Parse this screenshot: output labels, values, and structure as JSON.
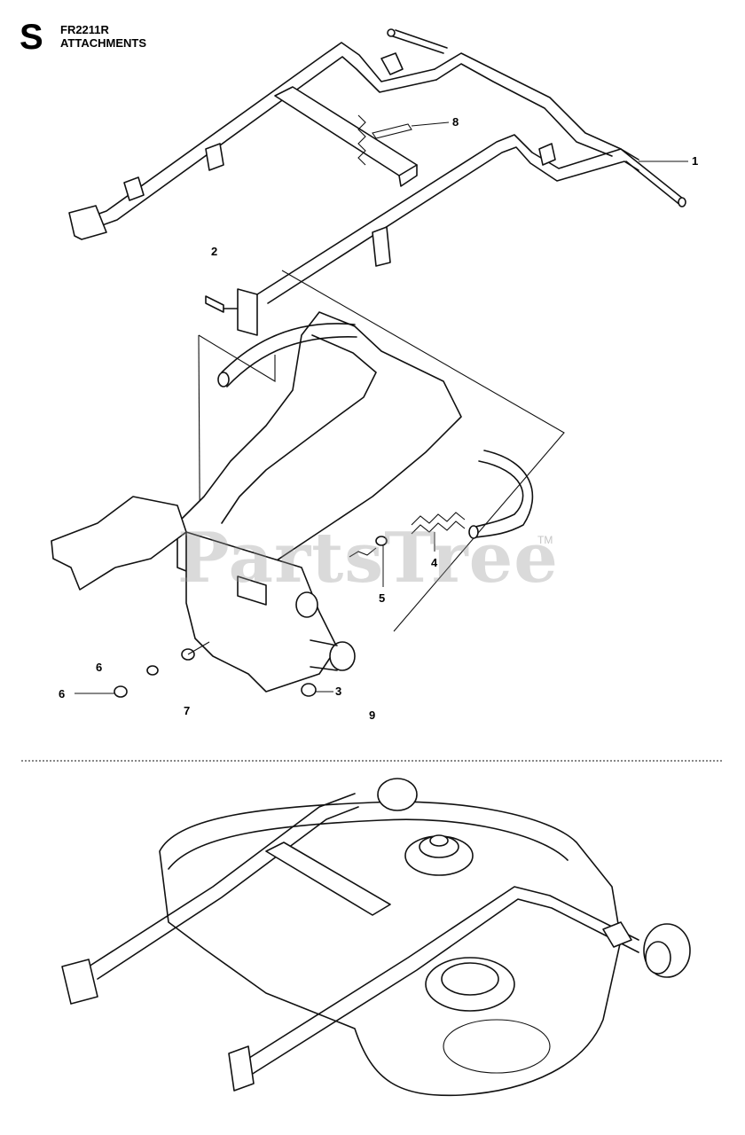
{
  "header": {
    "section_letter": "S",
    "model": "FR2211R",
    "title": "ATTACHMENTS"
  },
  "watermark": {
    "text": "PartsTree",
    "trademark": "TM"
  },
  "callouts": {
    "c1": "1",
    "c2": "2",
    "c3": "3",
    "c4": "4",
    "c5": "5",
    "c6a": "6",
    "c6b": "6",
    "c7": "7",
    "c8": "8",
    "c9": "9"
  }
}
